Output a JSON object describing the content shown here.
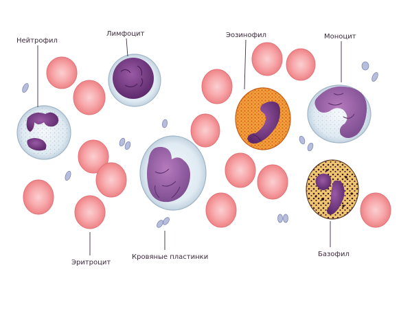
{
  "labels": {
    "neutrophil": "Нейтрофил",
    "lymphocyte": "Лимфоцит",
    "eosinophil": "Эозинофил",
    "monocyte": "Моноцит",
    "erythrocyte": "Эритроцит",
    "platelets": "Кровяные пластинки",
    "basophil": "Базофил"
  },
  "colors": {
    "erythrocyte": "#f28d91",
    "erythrocyte_center": "#fbc5c7",
    "nucleus": "#7a3a86",
    "cytoplasm_pale": "#e3eef5",
    "eosinophil_granules": "#e8801e",
    "basophil_cytoplasm": "#f0c46a",
    "basophil_granules": "#3a1d2a",
    "platelet": "#a9b3d6"
  }
}
